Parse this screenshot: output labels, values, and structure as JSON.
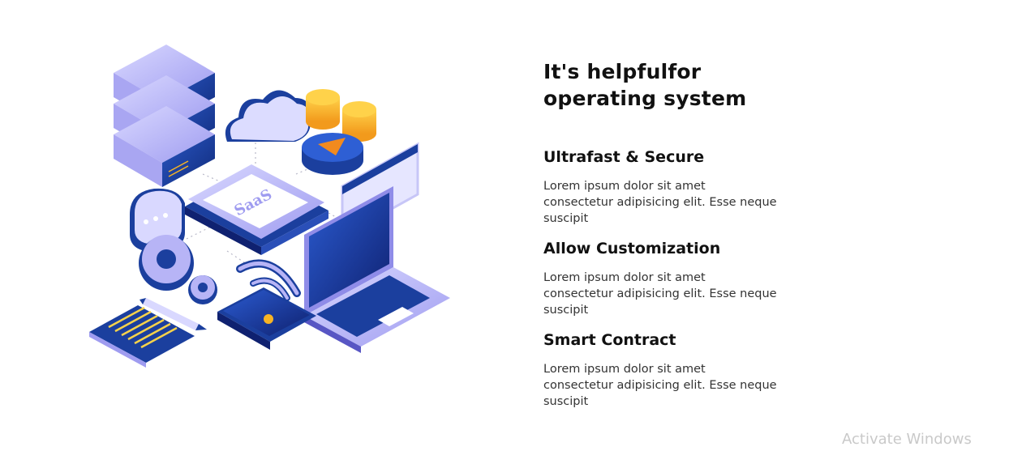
{
  "section": {
    "title": "It's helpfulfor operating system",
    "features": [
      {
        "title": "Ultrafast & Secure",
        "text": "Lorem ipsum dolor sit amet consectetur adipisicing elit. Esse neque suscipit"
      },
      {
        "title": "Allow Customization",
        "text": "Lorem ipsum dolor sit amet consectetur adipisicing elit. Esse neque suscipit"
      },
      {
        "title": "Smart Contract",
        "text": "Lorem ipsum dolor sit amet consectetur adipisicing elit. Esse neque suscipit"
      }
    ]
  },
  "illustration": {
    "center_label": "SaaS",
    "icons": [
      "server-stack-icon",
      "cloud-icon",
      "coins-icon",
      "play-icon",
      "browser-window-icon",
      "laptop-icon",
      "chat-bubble-icon",
      "gear-icon",
      "document-icon",
      "pencil-icon",
      "tablet-icon",
      "wifi-icon"
    ]
  },
  "watermark": "Activate Windows",
  "colors": {
    "accent": "#1b3f9e",
    "lavender": "#b7b4f6",
    "gold": "#f7b424",
    "orange": "#f28a1e"
  }
}
